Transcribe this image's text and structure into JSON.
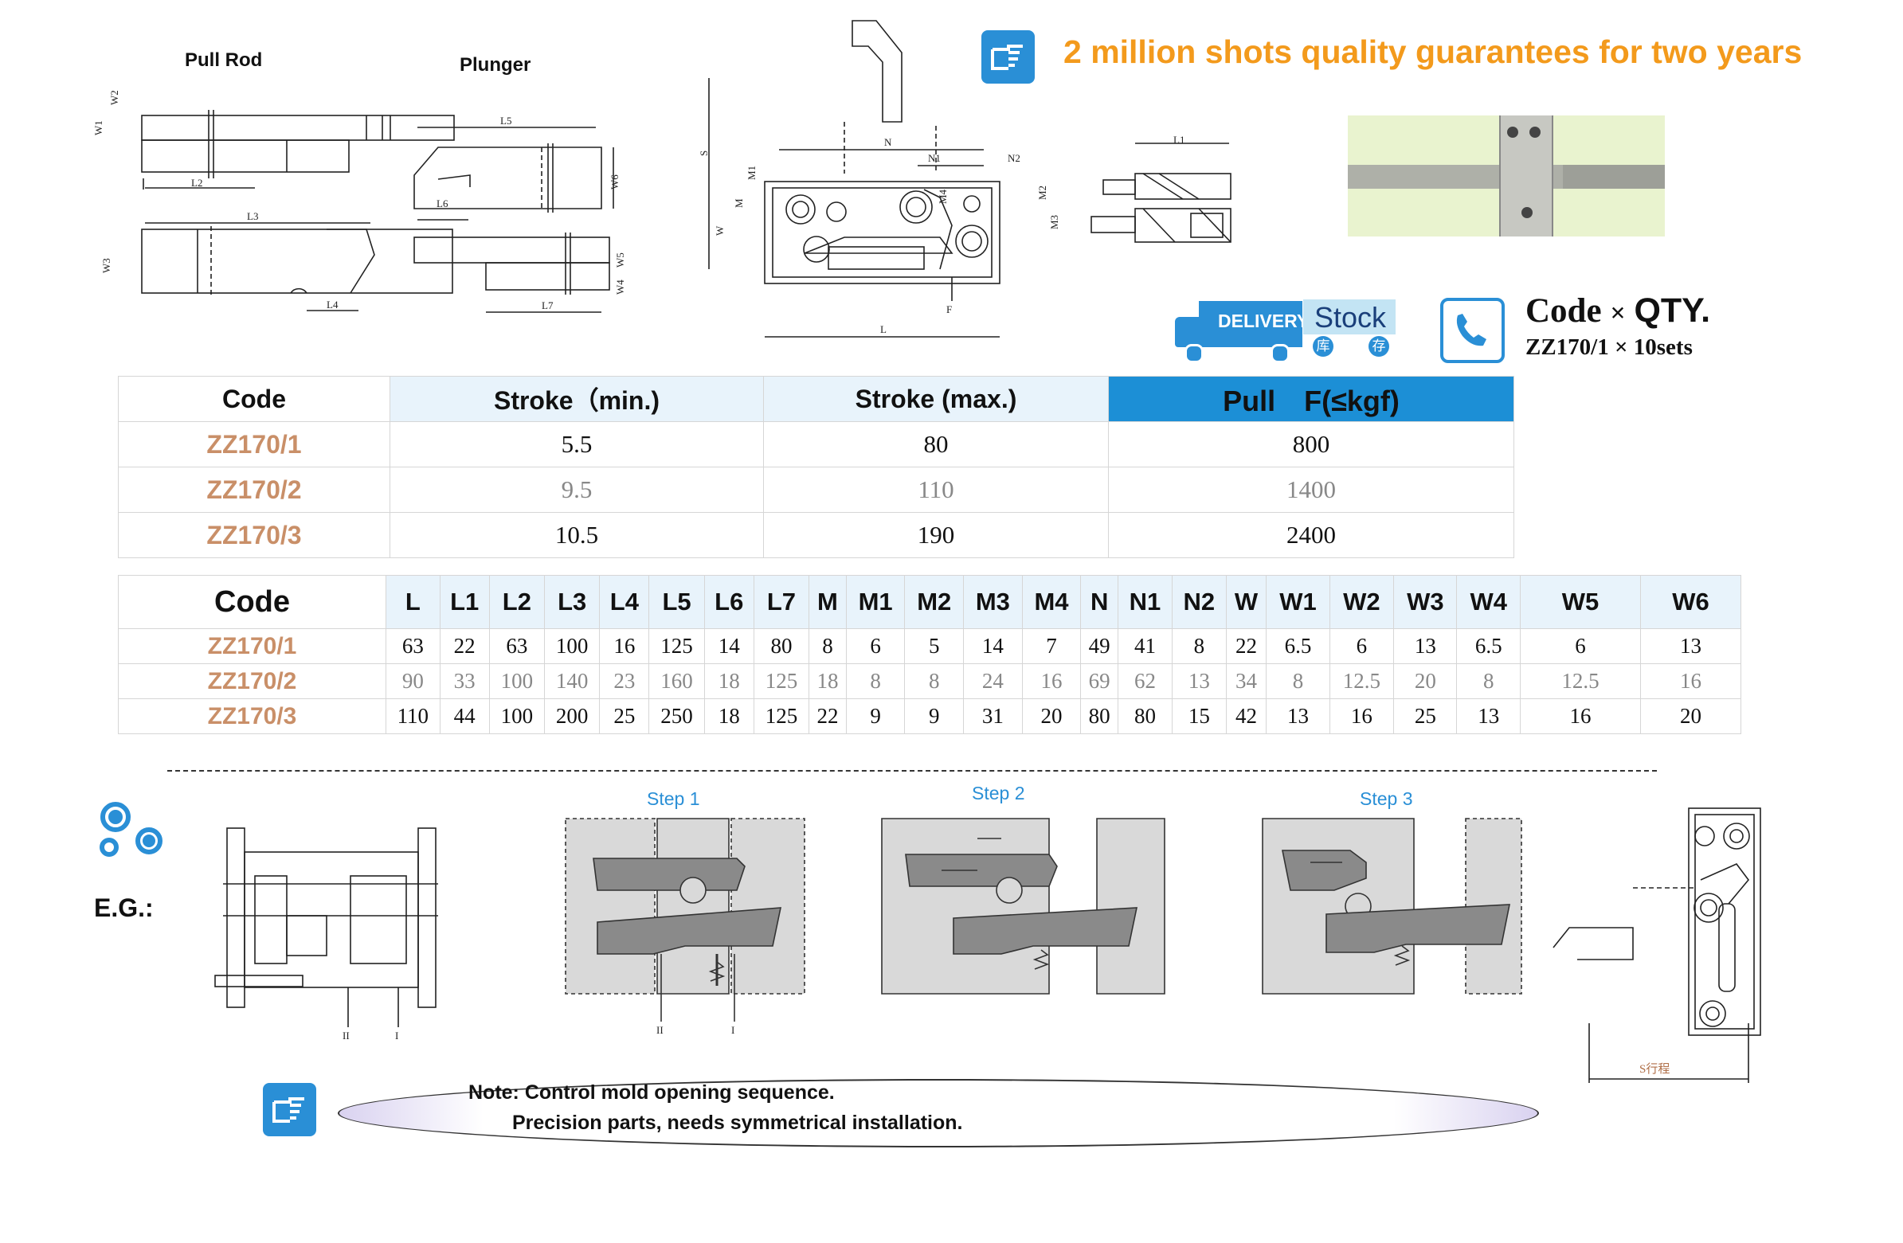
{
  "drawings": {
    "pull_rod_title": "Pull Rod",
    "plunger_title": "Plunger",
    "pull_rod_dims": [
      "W1",
      "W2",
      "L2",
      "L3",
      "W3",
      "L4"
    ],
    "plunger_dims": [
      "L5",
      "W6",
      "L6",
      "W5",
      "W4",
      "L7"
    ],
    "assembly_dims": [
      "S",
      "N",
      "N1",
      "N2",
      "M1",
      "M",
      "M4",
      "M2",
      "M3",
      "W",
      "L",
      "F"
    ],
    "side_dims": [
      "L1"
    ]
  },
  "banner": {
    "text": "2 million shots quality guarantees for two years",
    "color": "#f39a1c",
    "icon": "pointing-hand-icon"
  },
  "badges": {
    "delivery": "DELIVERY",
    "stock": "Stock",
    "stock_cn_1": "库",
    "stock_cn_2": "存",
    "phone_icon": "phone-icon"
  },
  "order": {
    "code_label": "Code",
    "times": "×",
    "qty_label": "QTY.",
    "example": "ZZ170/1 × 10sets"
  },
  "table1": {
    "headers": [
      "Code",
      "Stroke（min.)",
      "Stroke (max.)",
      "Pull　F(≤kgf)"
    ],
    "rows": [
      [
        "ZZ170/1",
        "5.5",
        "80",
        "800"
      ],
      [
        "ZZ170/2",
        "9.5",
        "110",
        "1400"
      ],
      [
        "ZZ170/3",
        "10.5",
        "190",
        "2400"
      ]
    ],
    "highlight_color": "#1c8fd6"
  },
  "table2": {
    "headers": [
      "Code",
      "L",
      "L1",
      "L2",
      "L3",
      "L4",
      "L5",
      "L6",
      "L7",
      "M",
      "M1",
      "M2",
      "M3",
      "M4",
      "N",
      "N1",
      "N2",
      "W",
      "W1",
      "W2",
      "W3",
      "W4",
      "W5",
      "W6"
    ],
    "rows": [
      [
        "ZZ170/1",
        "63",
        "22",
        "63",
        "100",
        "16",
        "125",
        "14",
        "80",
        "8",
        "6",
        "5",
        "14",
        "7",
        "49",
        "41",
        "8",
        "22",
        "6.5",
        "6",
        "13",
        "6.5",
        "6",
        "13"
      ],
      [
        "ZZ170/2",
        "90",
        "33",
        "100",
        "140",
        "23",
        "160",
        "18",
        "125",
        "18",
        "8",
        "8",
        "24",
        "16",
        "69",
        "62",
        "13",
        "34",
        "8",
        "12.5",
        "20",
        "8",
        "12.5",
        "16"
      ],
      [
        "ZZ170/3",
        "110",
        "44",
        "100",
        "200",
        "25",
        "250",
        "18",
        "125",
        "22",
        "9",
        "9",
        "31",
        "20",
        "80",
        "80",
        "15",
        "42",
        "13",
        "16",
        "25",
        "13",
        "16",
        "20"
      ]
    ]
  },
  "example": {
    "label": "E.G.:",
    "icon": "gears-icon",
    "steps": [
      "Step 1",
      "Step 2",
      "Step 3"
    ],
    "marks": [
      "II",
      "I"
    ],
    "stroke_label": "S行程"
  },
  "note": {
    "line1": "Note: Control mold opening sequence.",
    "line2": "Precision parts, needs symmetrical installation.",
    "icon": "pointing-hand-icon"
  }
}
